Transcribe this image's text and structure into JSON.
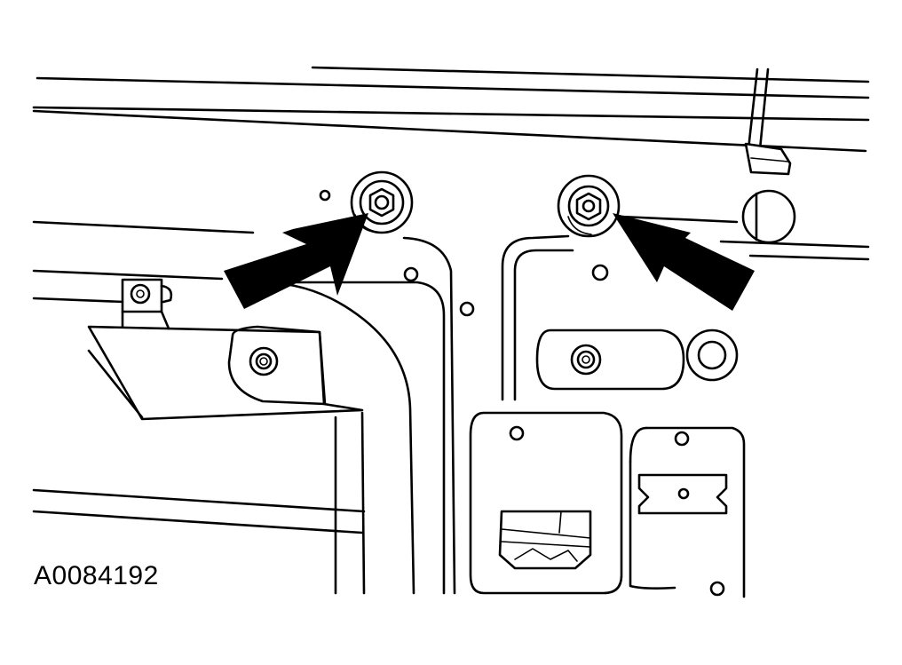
{
  "figure": {
    "reference_code": "A0084192"
  },
  "colors": {
    "line": "#000000",
    "background": "#ffffff"
  },
  "callouts": [
    {
      "target": "left-nut",
      "icon": "arrow-icon"
    },
    {
      "target": "right-nut",
      "icon": "arrow-icon"
    }
  ]
}
